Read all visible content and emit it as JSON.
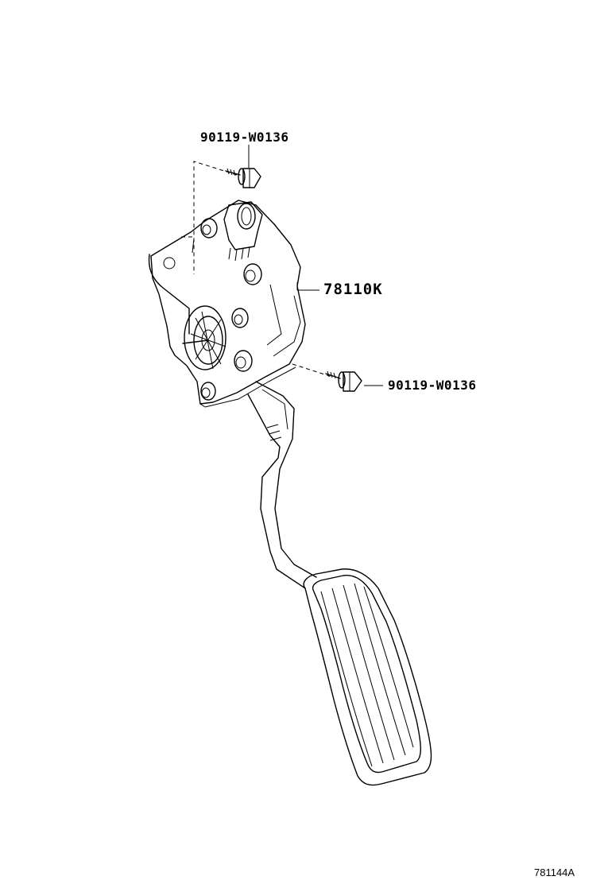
{
  "callouts": {
    "bolt_top": "90119-W0136",
    "pedal_assembly": "78110K",
    "bolt_right": "90119-W0136"
  },
  "diagram_code": "781144A"
}
